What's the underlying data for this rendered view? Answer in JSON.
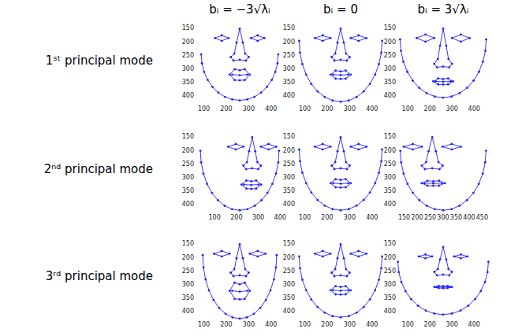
{
  "diagram": {
    "labels": [
      "bᵢ = −3√λᵢ",
      "bᵢ = 0",
      "bᵢ = 3√λᵢ",
      "1ˢᵗ principal mode",
      "2ⁿᵈ principal mode",
      "3ʳᵈ principal mode",
      "150",
      "200",
      "250",
      "300",
      "350",
      "400",
      "100",
      "200",
      "300",
      "400",
      "150",
      "200",
      "250",
      "300",
      "350",
      "400",
      "100",
      "200",
      "300",
      "400",
      "150",
      "200",
      "250",
      "300",
      "350",
      "400",
      "100",
      "200",
      "300",
      "400",
      "150",
      "200",
      "250",
      "300",
      "350",
      "400",
      "100",
      "200",
      "300",
      "400",
      "150",
      "200",
      "250",
      "300",
      "350",
      "400",
      "100",
      "200",
      "300",
      "400",
      "150",
      "200",
      "250",
      "300",
      "350",
      "400",
      "150",
      "200",
      "250",
      "300",
      "350",
      "400",
      "450",
      "150",
      "200",
      "250",
      "300",
      "350",
      "400",
      "100",
      "200",
      "300",
      "400",
      "150",
      "200",
      "250",
      "300",
      "350",
      "400",
      "100",
      "200",
      "300",
      "400",
      "150",
      "200",
      "250",
      "300",
      "350",
      "400",
      "100",
      "200",
      "300",
      "400"
    ]
  }
}
